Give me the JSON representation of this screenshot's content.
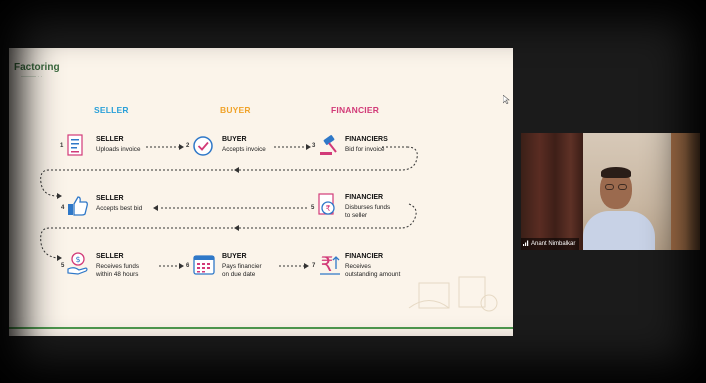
{
  "slide": {
    "title": "Factoring",
    "subtitle": "——— · ·",
    "columns": [
      {
        "label": "SELLER",
        "color": "#2aa0d8"
      },
      {
        "label": "BUYER",
        "color": "#f0a32a"
      },
      {
        "label": "FINANCIER",
        "color": "#d23a78"
      }
    ],
    "steps": [
      {
        "num": "1",
        "title": "SELLER",
        "desc1": "Uploads invoice",
        "desc2": "",
        "icon": "invoice-icon"
      },
      {
        "num": "2",
        "title": "BUYER",
        "desc1": "Accepts invoice",
        "desc2": "",
        "icon": "checkmark-icon"
      },
      {
        "num": "3",
        "title": "FINANCIERS",
        "desc1": "Bid for invoice",
        "desc2": "",
        "icon": "gavel-icon"
      },
      {
        "num": "4",
        "title": "SELLER",
        "desc1": "Accepts best bid",
        "desc2": "",
        "icon": "thumbs-up-icon"
      },
      {
        "num": "5",
        "title": "FINANCIER",
        "desc1": "Disburses funds",
        "desc2": "to seller",
        "icon": "rupee-document-icon"
      },
      {
        "num": "5",
        "title": "SELLER",
        "desc1": "Receives funds",
        "desc2": "within 48 hours",
        "icon": "money-hand-icon"
      },
      {
        "num": "6",
        "title": "BUYER",
        "desc1": "Pays financier",
        "desc2": "on due date",
        "icon": "calendar-icon"
      },
      {
        "num": "7",
        "title": "FINANCIER",
        "desc1": "Receives",
        "desc2": "outstanding amount",
        "icon": "rupee-icon"
      }
    ],
    "colors": {
      "background": "#fbf4ea",
      "accent_green": "#4f9a4f",
      "icon_blue": "#2f78c8",
      "icon_pink": "#d23a78",
      "icon_orange": "#f0a32a"
    }
  },
  "participant": {
    "name": "Anant Nimbalkar",
    "signal_icon": "signal-bars-icon"
  }
}
